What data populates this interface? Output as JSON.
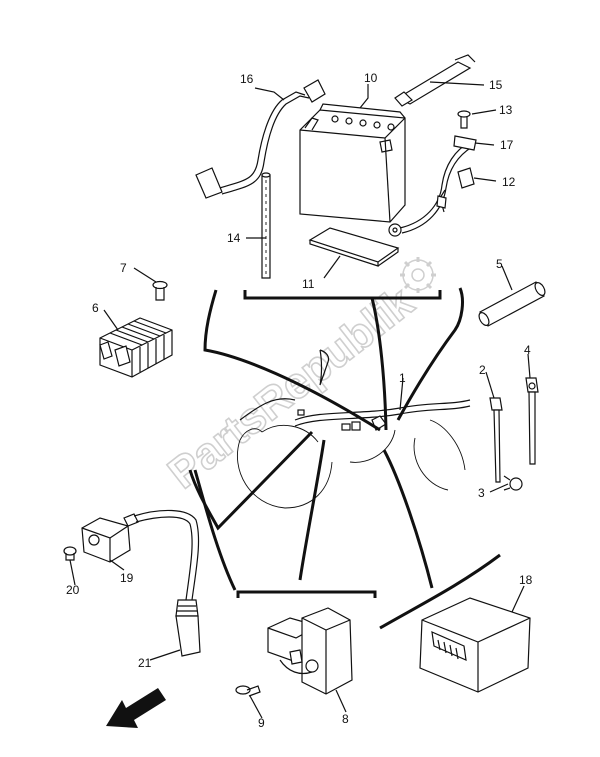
{
  "watermark": "PartsRepublik",
  "callouts": {
    "c1": "1",
    "c2": "2",
    "c3": "3",
    "c4": "4",
    "c5": "5",
    "c6": "6",
    "c7": "7",
    "c8": "8",
    "c9": "9",
    "c10": "10",
    "c11": "11",
    "c12": "12",
    "c13": "13",
    "c14": "14",
    "c15": "15",
    "c16": "16",
    "c17": "17",
    "c18": "18",
    "c19": "19",
    "c20": "20",
    "c21": "21"
  },
  "icons": {
    "front_arrow": "front-direction-arrow-icon",
    "gear": "gear-icon"
  }
}
